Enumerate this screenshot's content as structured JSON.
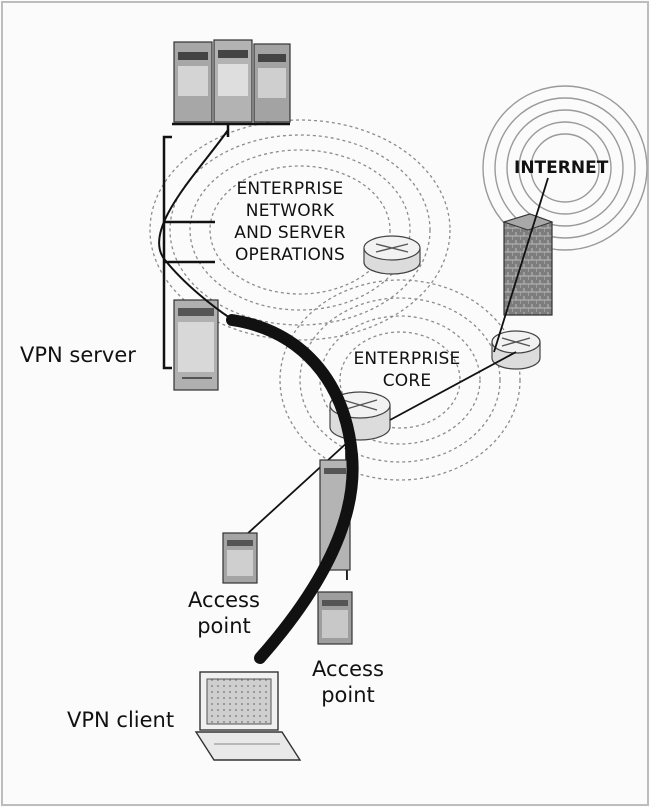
{
  "labels": {
    "enterprise_network": "ENTERPRISE\nNETWORK\nAND SERVER\nOPERATIONS",
    "enterprise_core": "ENTERPRISE\nCORE",
    "internet": "INTERNET",
    "vpn_server": "VPN server",
    "access_point_1": "Access\npoint",
    "access_point_2": "Access\npoint",
    "vpn_client": "VPN client"
  },
  "icons": [
    "server-rack-icon",
    "router-icon",
    "firewall-icon",
    "access-point-icon",
    "laptop-icon",
    "vpn-server-icon"
  ],
  "colors": {
    "line": "#111111",
    "device": "#9a9a9a",
    "device_dark": "#555555",
    "ring": "#888888",
    "tunnel": "#111111"
  }
}
